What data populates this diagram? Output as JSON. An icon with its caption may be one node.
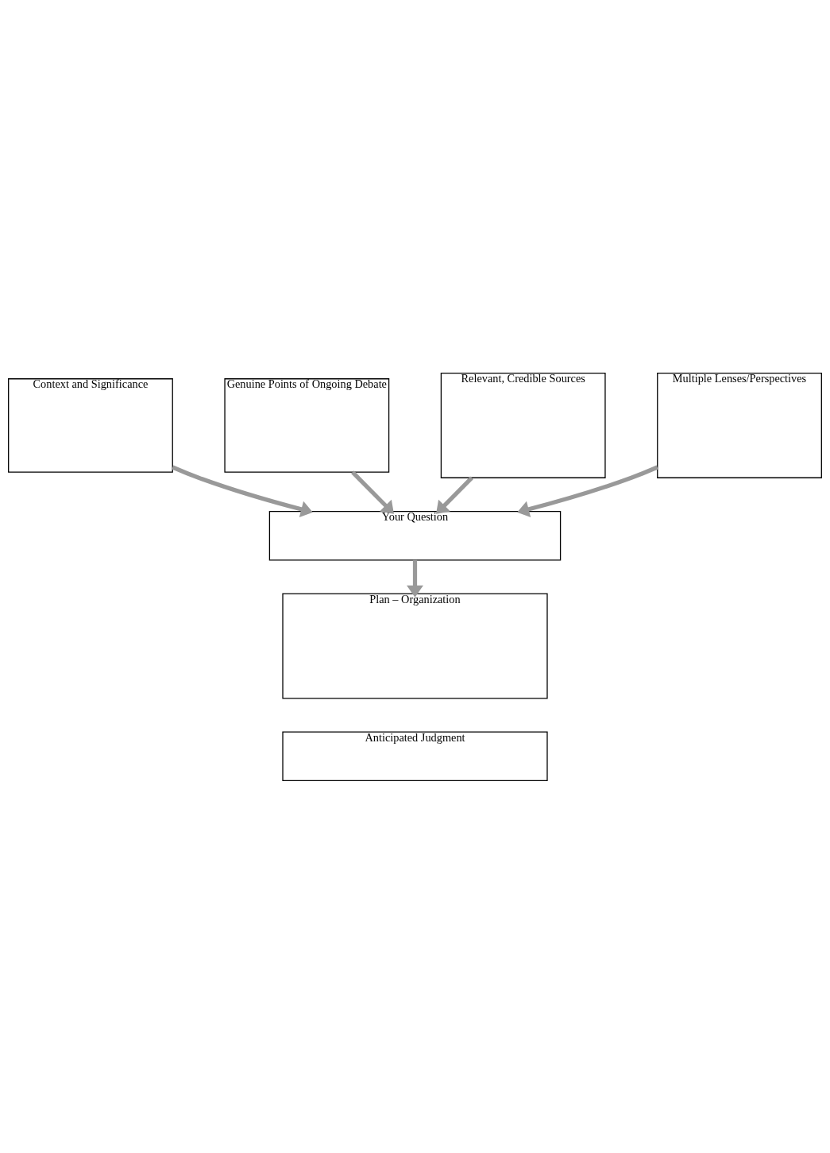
{
  "diagram": {
    "nodes": [
      {
        "text": [
          "Context and Significance"
        ]
      },
      {
        "text": [
          "Genuine Points of Ongoing Debate"
        ]
      },
      {
        "text": [
          "Your Question"
        ]
      },
      {
        "text": [
          "Relevant, Credible Sources"
        ]
      },
      {
        "text": [
          "Multiple Lenses/Perspectives"
        ]
      },
      {
        "text": [
          "Plan – Organization"
        ]
      },
      {
        "text": [
          "Anticipated Judgment"
        ]
      }
    ],
    "edges": [
      {
        "from": 0,
        "to": 2,
        "arrow": "to"
      },
      {
        "from": 1,
        "to": 2,
        "arrow": "to"
      },
      {
        "from": 3,
        "to": 2,
        "arrow": "to"
      },
      {
        "from": 4,
        "to": 2,
        "arrow": "to"
      },
      {
        "from": 2,
        "to": 5,
        "arrow": "to"
      }
    ]
  }
}
